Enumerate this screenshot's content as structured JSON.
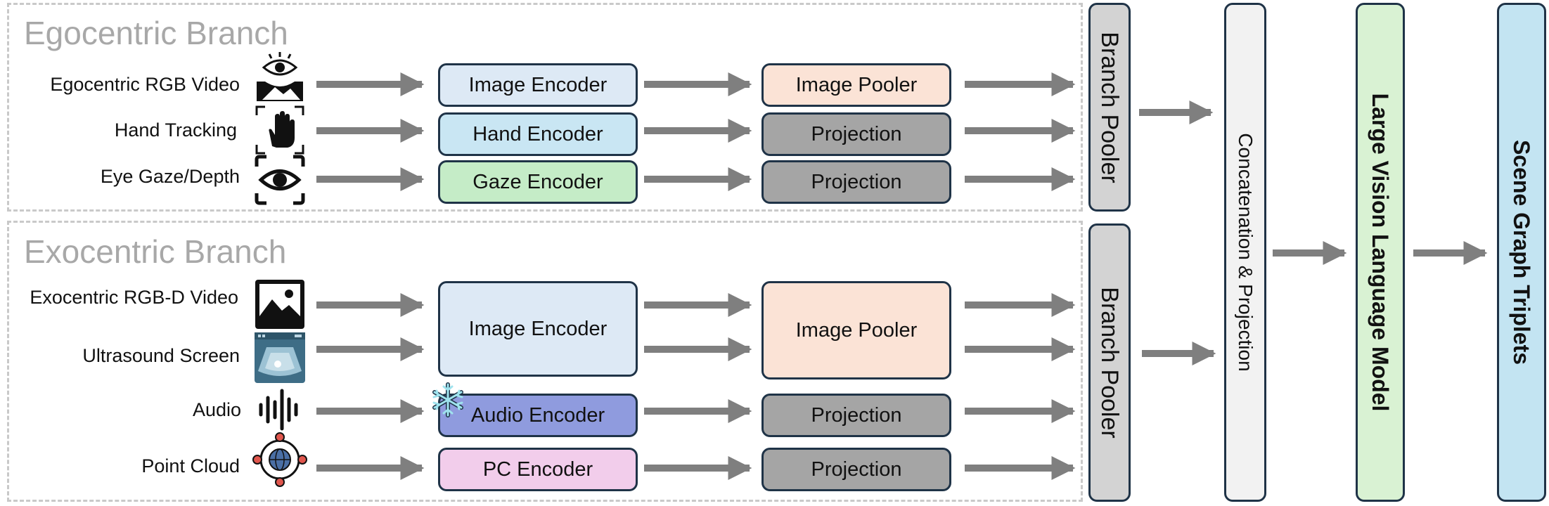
{
  "branches": {
    "ego": {
      "title": "Egocentric Branch"
    },
    "exo": {
      "title": "Exocentric Branch"
    }
  },
  "inputs": {
    "ego_rgb": "Egocentric RGB Video",
    "hand": "Hand Tracking",
    "gaze": "Eye Gaze/Depth",
    "exo_rgbd": "Exocentric RGB-D Video",
    "ultrasound": "Ultrasound Screen",
    "audio": "Audio",
    "pointcloud": "Point Cloud"
  },
  "encoders": {
    "ego_image": "Image Encoder",
    "hand": "Hand Encoder",
    "gaze": "Gaze Encoder",
    "exo_image": "Image Encoder",
    "audio": "Audio Encoder",
    "pc": "PC Encoder"
  },
  "poolers": {
    "ego_image": "Image Pooler",
    "hand_proj": "Projection",
    "gaze_proj": "Projection",
    "exo_image": "Image Pooler",
    "audio_proj": "Projection",
    "pc_proj": "Projection"
  },
  "branch_poolers": {
    "ego": "Branch Pooler",
    "exo": "Branch Pooler"
  },
  "concat": "Concatenation & Projection",
  "lvlm": "Large Vision Language Model",
  "output": "Scene Graph Triplets",
  "colors": {
    "image_encoder": "#dde9f5",
    "hand_encoder": "#c9e6f3",
    "gaze_encoder": "#c5ecc7",
    "audio_encoder": "#8f9bde",
    "pc_encoder": "#f2cdeb",
    "image_pooler": "#fbe3d6",
    "projection": "#a5a5a5",
    "branch_pooler": "#d3d3d3",
    "concat": "#f2f2f2",
    "lvlm": "#d9f2d3",
    "output": "#c3e4f2",
    "arrow": "#7f7f7f",
    "border": "#1f3347"
  },
  "icons": {
    "ego_rgb": "eye-image-icon",
    "hand": "hand-tracking-icon",
    "gaze": "eye-scan-icon",
    "exo_rgbd": "image-icon",
    "ultrasound": "ultrasound-screen-icon",
    "audio": "audio-waveform-icon",
    "pointcloud": "point-cloud-globe-icon",
    "frozen": "snowflake-icon"
  }
}
